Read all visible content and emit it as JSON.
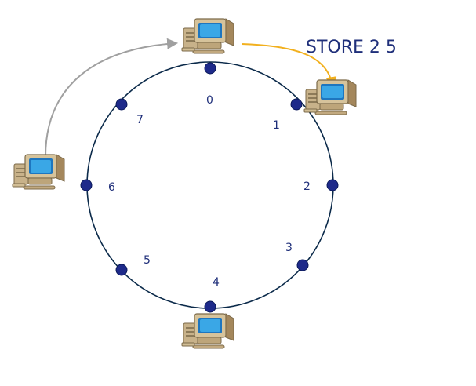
{
  "diagram": {
    "command_label": "STORE 2 5",
    "ring_nodes": [
      {
        "label": "0"
      },
      {
        "label": "1"
      },
      {
        "label": "2"
      },
      {
        "label": "3"
      },
      {
        "label": "4"
      },
      {
        "label": "5"
      },
      {
        "label": "6"
      },
      {
        "label": "7"
      }
    ],
    "computers": [
      {
        "at_node": "0",
        "icon": "computer-icon"
      },
      {
        "at_node": "1",
        "icon": "computer-icon"
      },
      {
        "at_node": "4",
        "icon": "computer-icon"
      },
      {
        "at_node": "6",
        "icon": "computer-icon"
      }
    ],
    "arrows": [
      {
        "from": "6",
        "to": "0",
        "color": "#a0a0a0"
      },
      {
        "from": "0",
        "to": "1",
        "color": "#f2b01e"
      }
    ],
    "colors": {
      "ring": "#0b2a4a",
      "node_fill": "#1e2a8a",
      "label": "#1f2f7a",
      "arrow_gray": "#a0a0a0",
      "arrow_orange": "#f2b01e",
      "monitor_screen": "#3aa7e6",
      "computer_body": "#c9b38a"
    }
  }
}
